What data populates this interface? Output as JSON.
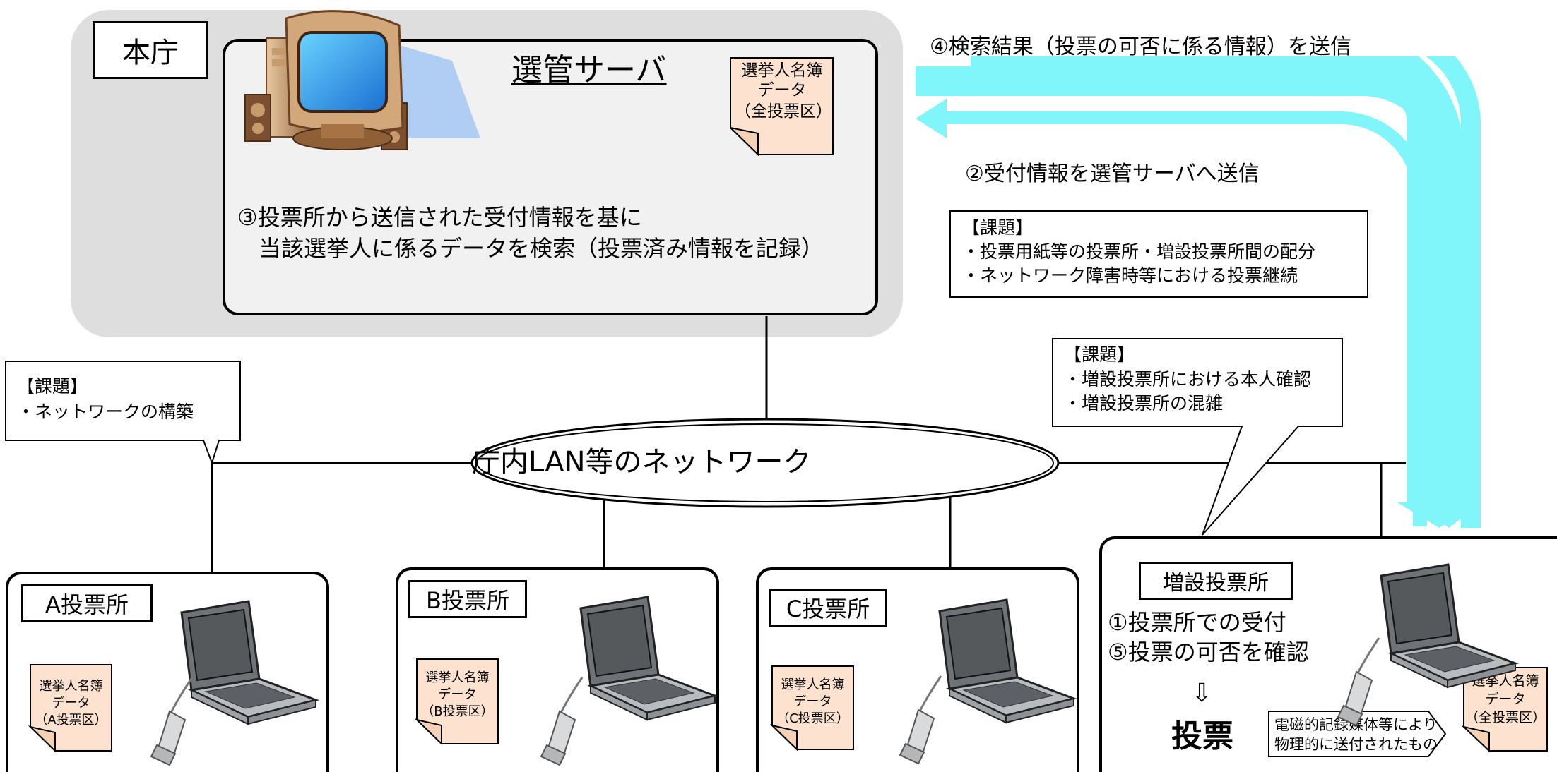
{
  "head_office": {
    "label": "本庁",
    "server_title": "選管サーバ",
    "note_line1": "③投票所から送信された受付情報を基に",
    "note_line2": "当該選挙人に係るデータを検索（投票済み情報を記録）",
    "register": {
      "line1": "選挙人名簿",
      "line2": "データ",
      "line3": "（全投票区）"
    }
  },
  "network_label": "庁内LAN等のネットワーク",
  "arrows": {
    "result": "④検索結果（投票の可否に係る情報）を送信",
    "reception": "②受付情報を選管サーバへ送信"
  },
  "issues": {
    "network": {
      "title": "【課題】",
      "items": [
        "・ネットワークの構築"
      ]
    },
    "distribution": {
      "title": "【課題】",
      "items": [
        "・投票用紙等の投票所・増設投票所間の配分",
        "・ネットワーク障害時等における投票継続"
      ]
    },
    "extra_station": {
      "title": "【課題】",
      "items": [
        "・増設投票所における本人確認",
        "・増設投票所の混雑"
      ]
    }
  },
  "stations": [
    {
      "label": "A投票所",
      "register_line1": "選挙人名簿",
      "register_line2": "データ",
      "register_line3": "（A投票区）"
    },
    {
      "label": "B投票所",
      "register_line1": "選挙人名簿",
      "register_line2": "データ",
      "register_line3": "（B投票区）"
    },
    {
      "label": "C投票所",
      "register_line1": "選挙人名簿",
      "register_line2": "データ",
      "register_line3": "（C投票区）"
    }
  ],
  "extra_station": {
    "label": "増設投票所",
    "step1": "①投票所での受付",
    "step5": "⑤投票の可否を確認",
    "down_arrow": "⇩",
    "vote": "投票",
    "media_line1": "電磁的記録媒体等により",
    "media_line2": "物理的に送付されたもの",
    "register": {
      "line1": "選挙人名簿",
      "line2": "データ",
      "line3": "（全投票区）"
    }
  },
  "colors": {
    "arrow": "#80f6fb",
    "head_office_bg": "#dedede",
    "document": "#fde3cf",
    "line": "#000000"
  }
}
